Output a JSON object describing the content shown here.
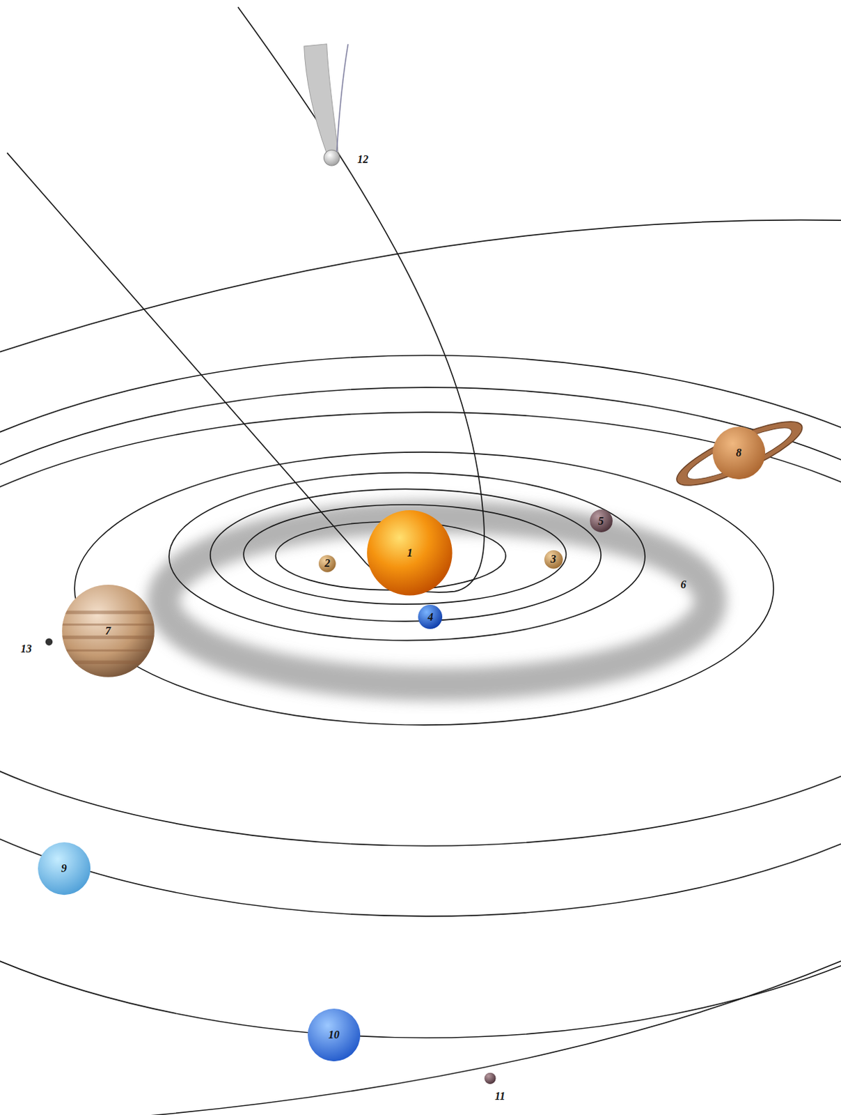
{
  "diagram": {
    "nodes": [
      {
        "text": [
          "1"
        ]
      },
      {
        "text": [
          "2"
        ]
      },
      {
        "text": [
          "3"
        ]
      },
      {
        "text": [
          "4"
        ]
      },
      {
        "text": [
          "5"
        ]
      },
      {
        "text": [
          "7"
        ]
      },
      {
        "text": [
          "8"
        ]
      },
      {
        "text": [
          "9"
        ]
      },
      {
        "text": [
          "10"
        ]
      }
    ],
    "labels": [
      "6",
      "11",
      "12",
      "13"
    ]
  }
}
